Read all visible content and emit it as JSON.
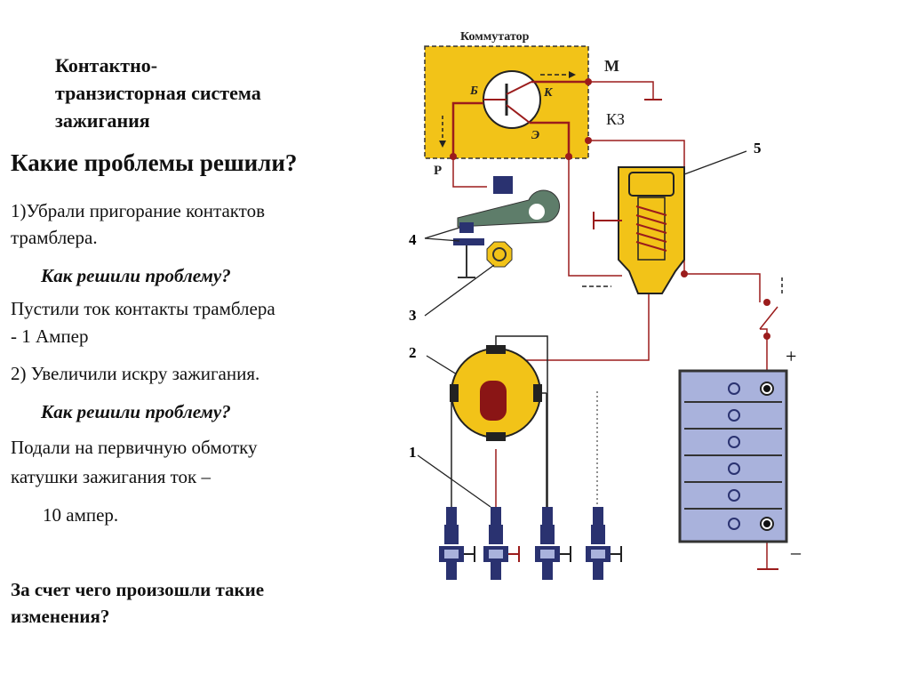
{
  "slide": {
    "title_lines": [
      "Контактно-",
      "транзисторная система",
      "зажигания"
    ],
    "heading": "Какие проблемы решили?",
    "item1_line1": "1)Убрали пригорание контактов",
    "item1_line2": "трамблера.",
    "question1": "Как решили проблему?",
    "answer1_line1": "Пустили ток  контакты трамблера",
    "answer1_line2": "- 1 Ампер",
    "item2": "2) Увеличили искру зажигания.",
    "question2": "Как решили проблему?",
    "answer2_line1": " Подали на первичную обмотку",
    "answer2_line2": "катушки зажигания ток –",
    "answer2_line3": "10 ампер.",
    "closing_line1": "За счет чего произошли такие",
    "closing_line2": "изменения?"
  },
  "diagram": {
    "commutator_label": "Коммутатор",
    "transistor_base": "Б",
    "transistor_collector": "К",
    "transistor_emitter": "Э",
    "terminal_m": "М",
    "terminal_kz": "КЗ",
    "terminal_r": "Р",
    "callouts": [
      "1",
      "2",
      "3",
      "4",
      "5"
    ],
    "battery_plus": "+",
    "battery_minus": "–",
    "colors": {
      "yellow": "#f2c318",
      "wire_red": "#9b1c1c",
      "dark_blue": "#2a3270",
      "battery_blue": "#a9b2dc",
      "breaker_green": "#5e7d6a",
      "rotor_red": "#8a1515"
    }
  }
}
